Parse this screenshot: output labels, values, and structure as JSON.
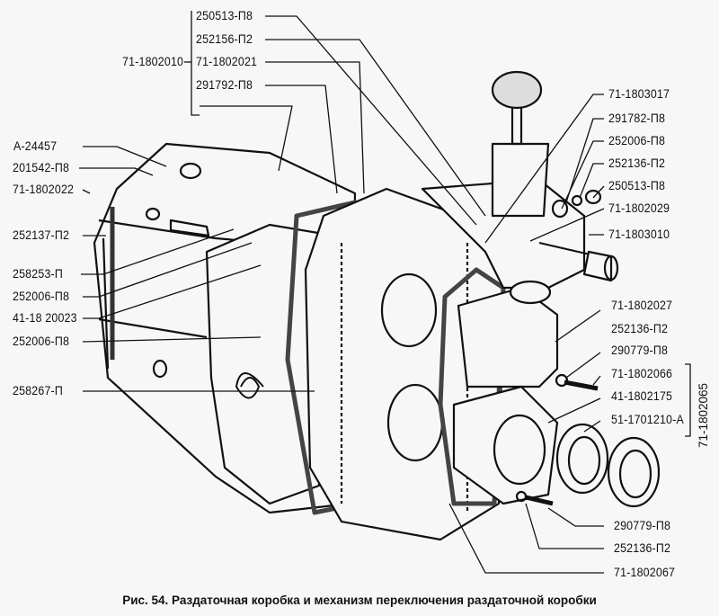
{
  "caption": "Рис. 54. Раздаточная коробка и механизм переключения раздаточной коробки",
  "left_labels": [
    "А-24457",
    "201542-П8",
    "71-1802022",
    "252137-П2",
    "258253-П",
    "252006-П8",
    "41-18 20023",
    "252006-П8",
    "258267-П"
  ],
  "top_group": {
    "assembly": "71-1802010",
    "items": [
      "250513-П8",
      "252156-П2",
      "71-1802021",
      "291792-П8"
    ]
  },
  "right_labels": [
    "71-1803017",
    "291782-П8",
    "252006-П8",
    "252136-П2",
    "250513-П8",
    "71-1802029",
    "71-1803010",
    "71-1802027",
    "252136-П2",
    "290779-П8",
    "71-1802066",
    "41-1802175",
    "51-1701210-А"
  ],
  "right_assembly": "71-1802065",
  "bottom_labels": [
    "290779-П8",
    "252136-П2",
    "71-1802067"
  ]
}
